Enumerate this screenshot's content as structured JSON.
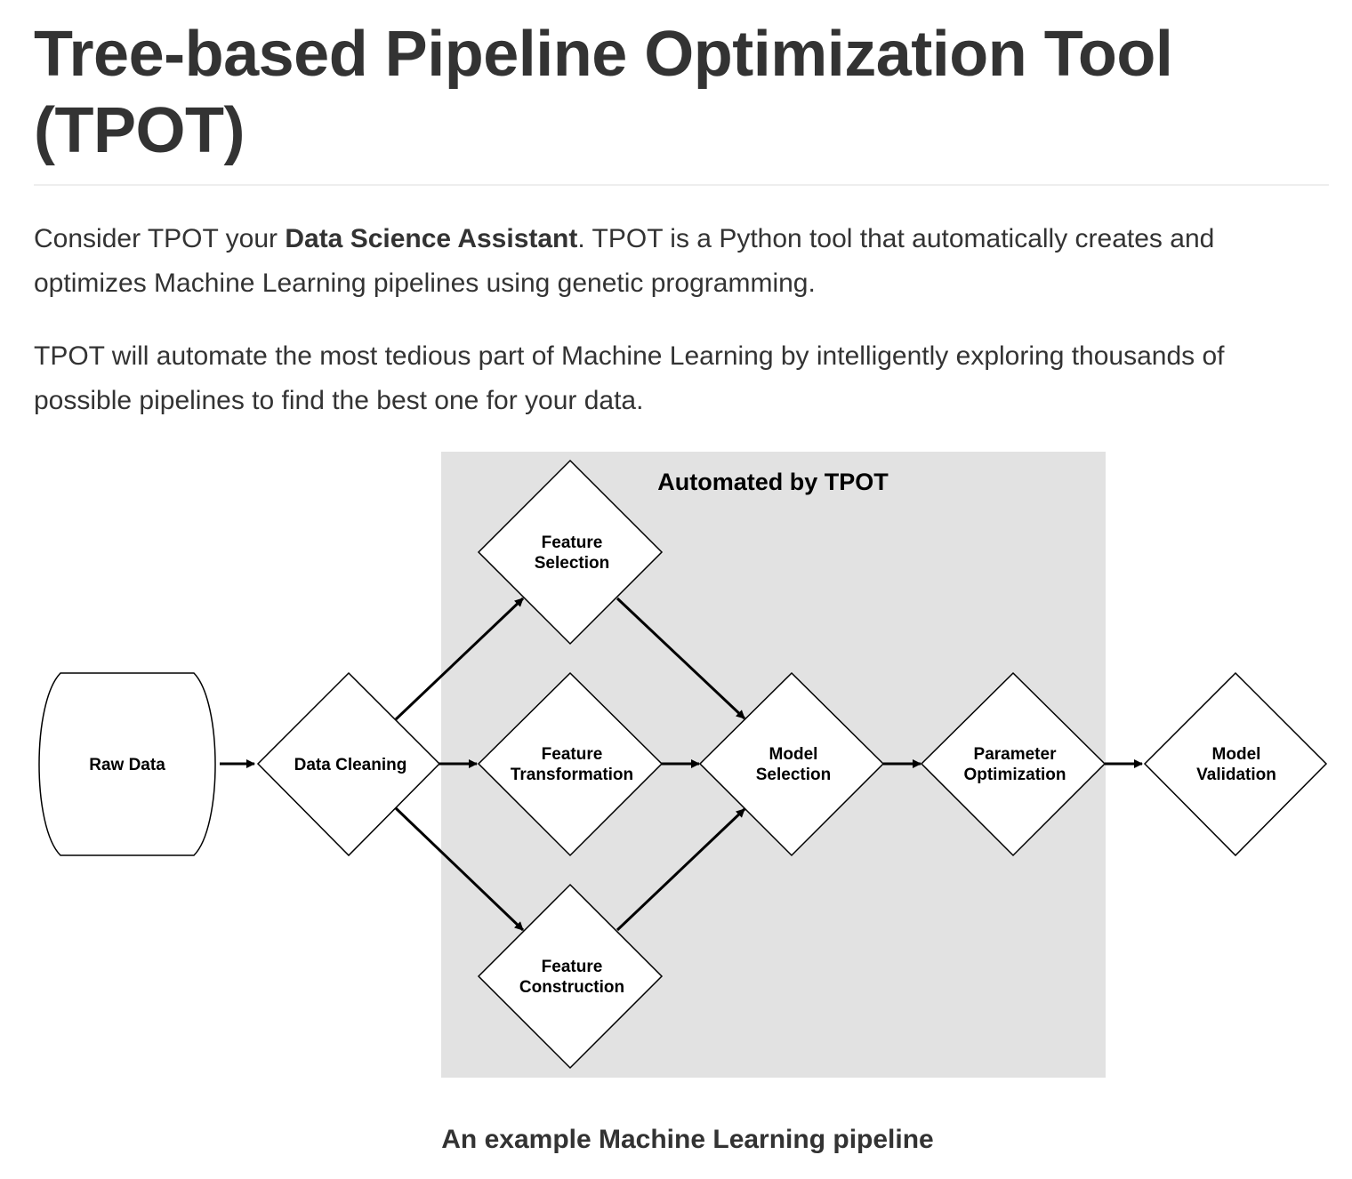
{
  "page": {
    "title_line1": "Tree-based Pipeline Optimization Tool",
    "title_line2": "(TPOT)",
    "para1_pre": "Consider TPOT your ",
    "para1_bold": "Data Science Assistant",
    "para1_post": ". TPOT is a Python tool that automatically creates and optimizes Machine Learning pipelines using genetic programming.",
    "para2": "TPOT will automate the most tedious part of Machine Learning by intelligently exploring thousands of possible pipelines to find the best one for your data.",
    "caption": "An example Machine Learning pipeline"
  },
  "diagram": {
    "automated_label": "Automated by TPOT",
    "nodes": {
      "raw_data": [
        "Raw Data"
      ],
      "data_cleaning": [
        "Data Cleaning"
      ],
      "feature_selection": [
        "Feature",
        "Selection"
      ],
      "feature_transformation": [
        "Feature",
        "Transformation"
      ],
      "feature_construction": [
        "Feature",
        "Construction"
      ],
      "model_selection": [
        "Model",
        "Selection"
      ],
      "parameter_optimization": [
        "Parameter",
        "Optimization"
      ],
      "model_validation": [
        "Model",
        "Validation"
      ]
    },
    "colors": {
      "automated_region": "#e2e2e2",
      "node_fill": "#ffffff",
      "stroke": "#000000"
    }
  }
}
